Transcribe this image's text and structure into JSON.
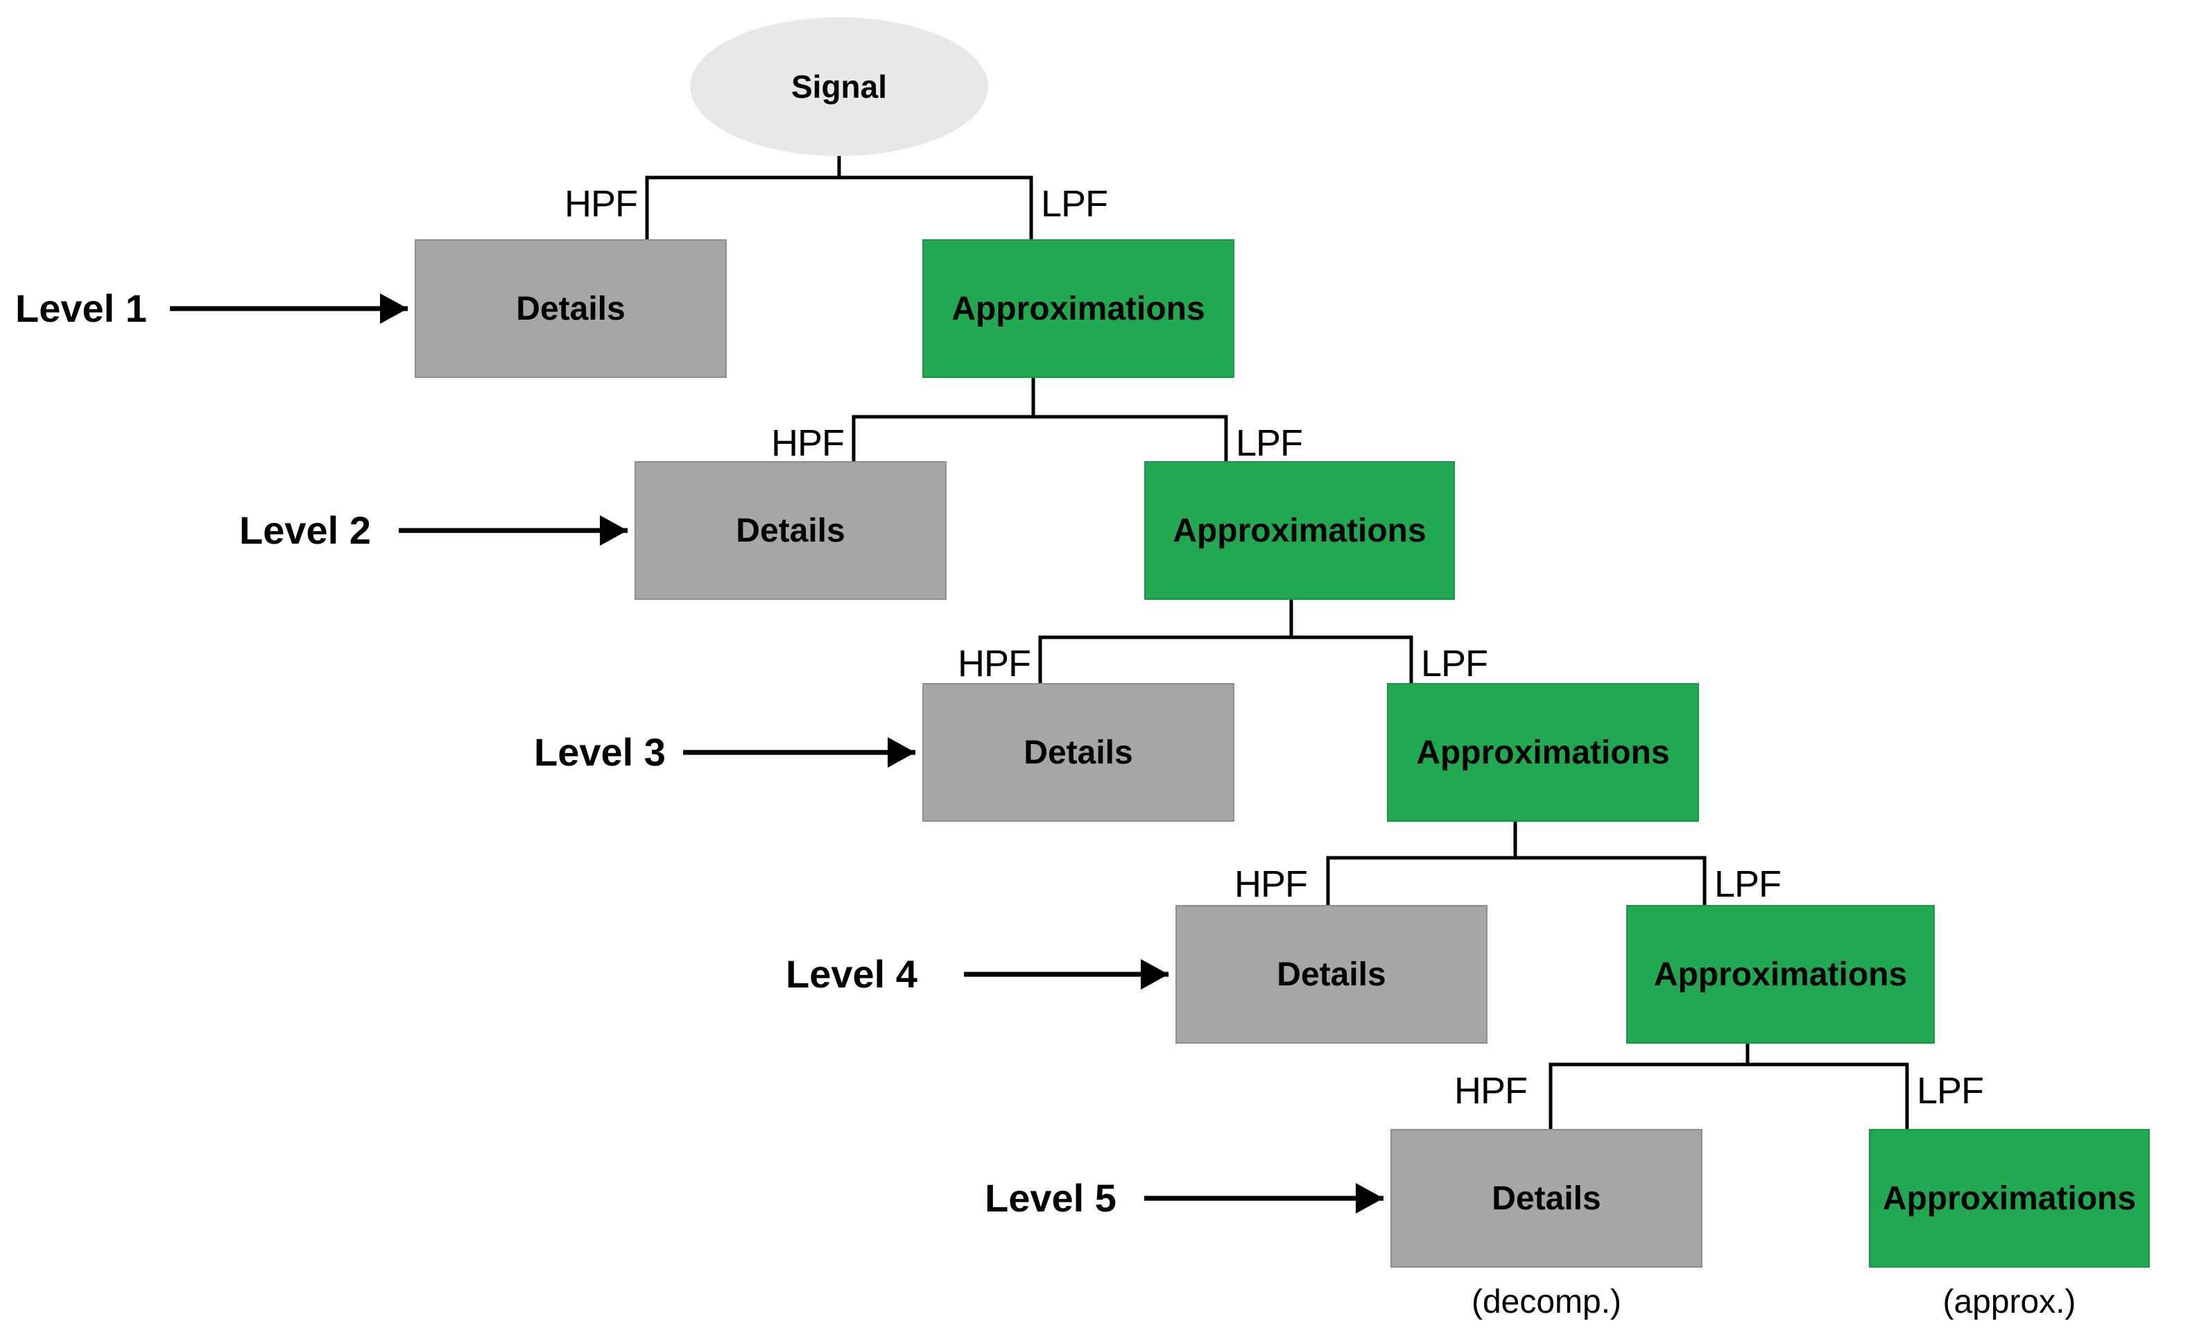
{
  "diagram": {
    "root": {
      "label": "Signal"
    },
    "filters": {
      "hpf": "HPF",
      "lpf": "LPF"
    },
    "levels": [
      {
        "label": "Level 1",
        "details": "Details",
        "approximations": "Approximations"
      },
      {
        "label": "Level 2",
        "details": "Details",
        "approximations": "Approximations"
      },
      {
        "label": "Level 3",
        "details": "Details",
        "approximations": "Approximations"
      },
      {
        "label": "Level 4",
        "details": "Details",
        "approximations": "Approximations"
      },
      {
        "label": "Level 5",
        "details": "Details",
        "approximations": "Approximations"
      }
    ],
    "captions": {
      "details_output": "(decomp.)",
      "approximations_output": "(approx.)"
    },
    "colors": {
      "details_fill": "#A6A6A6",
      "approximations_fill": "#22A850",
      "signal_fill": "#E8E8E8",
      "line": "#000000"
    }
  }
}
